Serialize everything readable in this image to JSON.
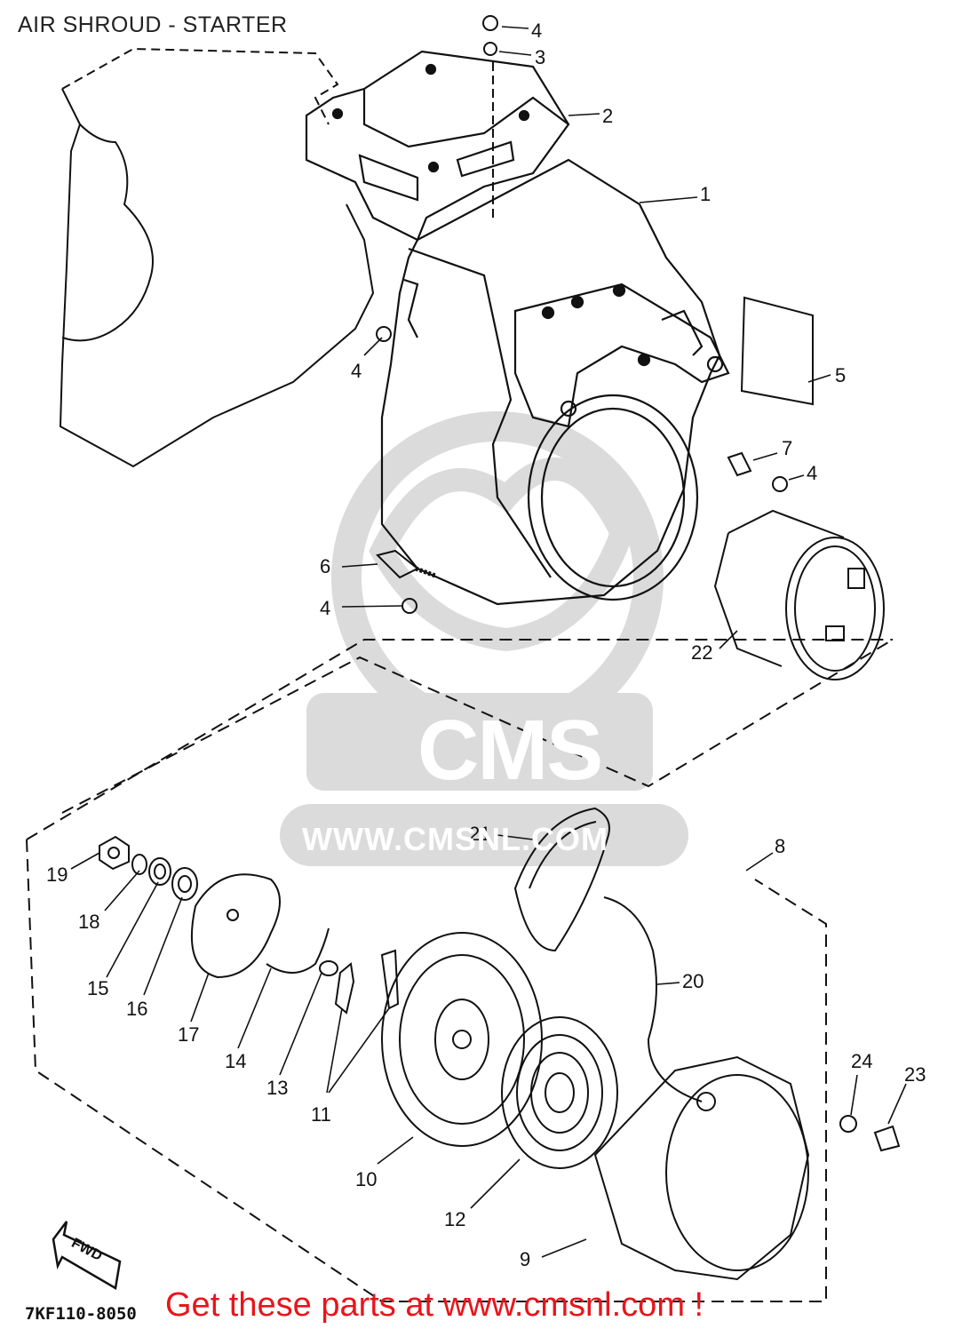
{
  "header": {
    "title": "AIR SHROUD - STARTER"
  },
  "footer": {
    "drawing_code": "7KF110-8050",
    "banner": "Get these parts at www.cmsnl.com !"
  },
  "watermark": {
    "brand": "CMS",
    "url": "WWW.CMSNL.COM"
  },
  "fwd_label": "FWD",
  "callouts": [
    "1",
    "2",
    "3",
    "4",
    "4",
    "4",
    "4",
    "4",
    "5",
    "6",
    "7",
    "8",
    "9",
    "10",
    "11",
    "12",
    "13",
    "14",
    "15",
    "16",
    "17",
    "18",
    "19",
    "20",
    "21",
    "22",
    "23",
    "24"
  ],
  "colors": {
    "banner": "#e8151b",
    "ink": "#111111",
    "watermark": "#c8c8c8"
  }
}
